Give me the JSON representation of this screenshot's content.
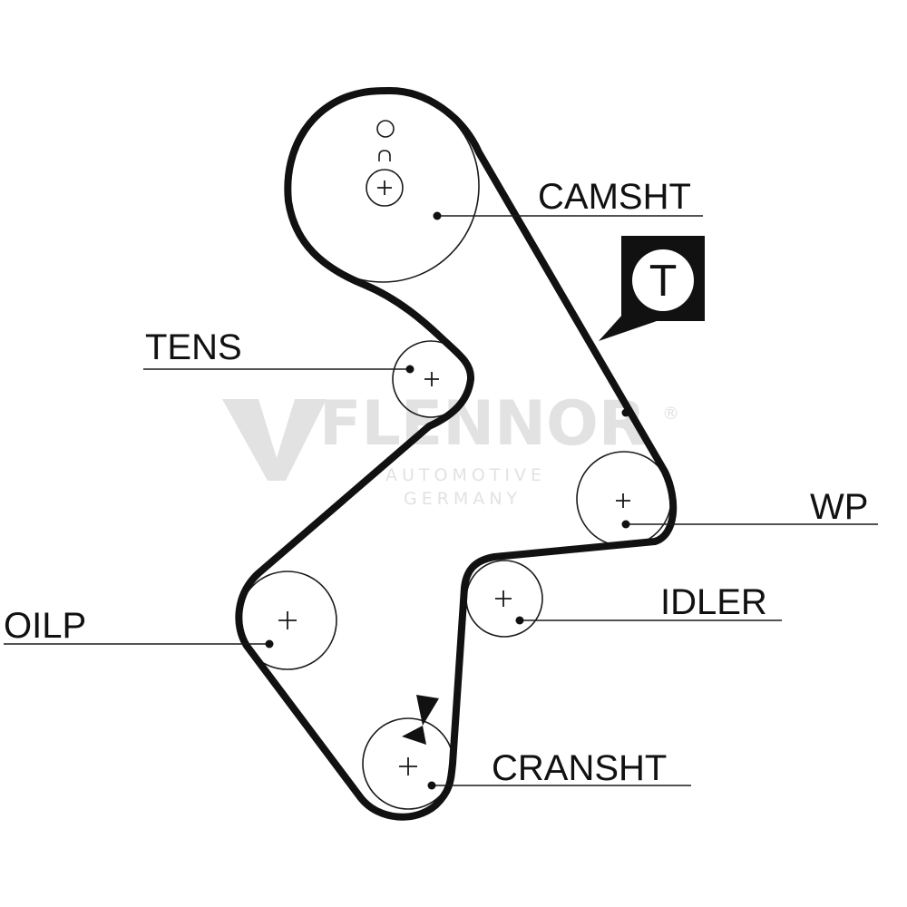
{
  "watermark": {
    "brand": "FLENNOR",
    "registered": "®",
    "line1": "AUTOMOTIVE",
    "line2": "GERMANY"
  },
  "labels": {
    "camshaft": "CAMSHT",
    "tensioner": "TENS",
    "water_pump": "WP",
    "idler": "IDLER",
    "oil_pump": "OILP",
    "crankshaft": "CRANSHT"
  },
  "tension_badge": {
    "letter": "T"
  },
  "colors": {
    "ink": "#111111",
    "watermark": "#e2e2e2",
    "background": "#ffffff"
  }
}
